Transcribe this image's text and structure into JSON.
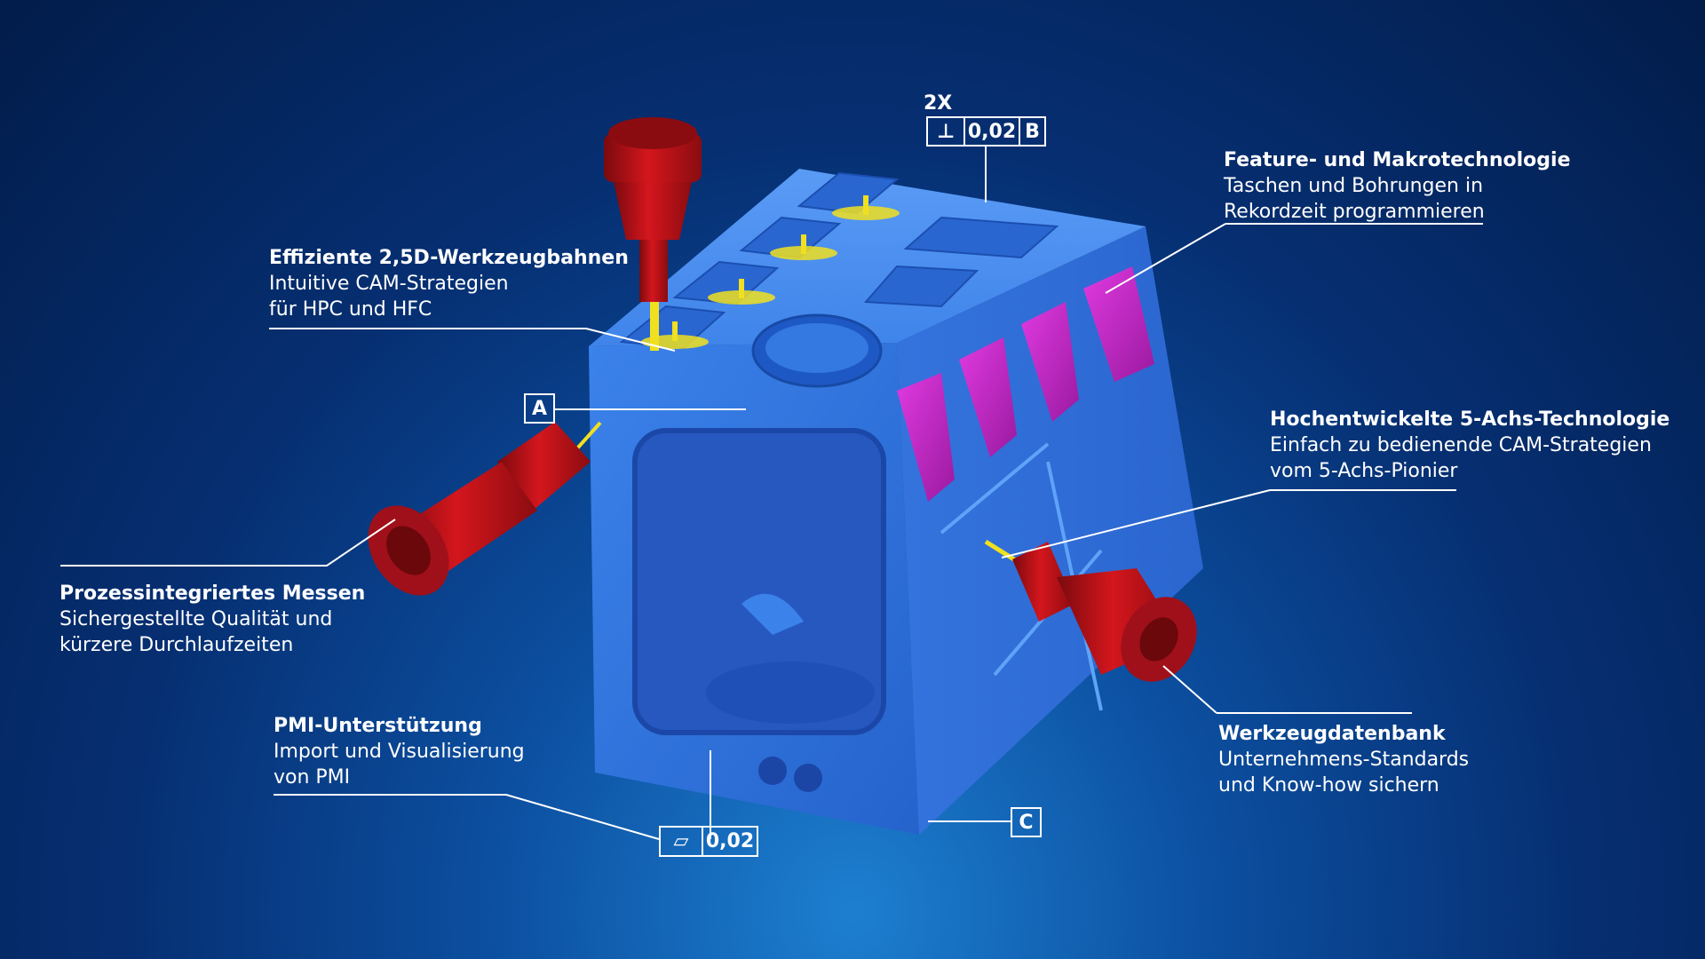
{
  "callouts": {
    "feature": {
      "title": "Feature- und Makrotechnologie",
      "line1": "Taschen und Bohrungen in",
      "line2": "Rekordzeit programmieren"
    },
    "toolpaths": {
      "title": "Effiziente 2,5D-Werkzeugbahnen",
      "line1": "Intuitive CAM-Strategien",
      "line2": "für HPC und HFC"
    },
    "fiveaxis": {
      "title": "Hochentwickelte 5-Achs-Technologie",
      "line1": "Einfach zu bedienende CAM-Strategien",
      "line2": "vom 5-Achs-Pionier"
    },
    "measuring": {
      "title": "Prozessintegriertes Messen",
      "line1": "Sichergestellte Qualität und",
      "line2": "kürzere Durchlaufzeiten"
    },
    "pmi": {
      "title": "PMI-Unterstützung",
      "line1": "Import und Visualisierung",
      "line2": "von PMI"
    },
    "tooldb": {
      "title": "Werkzeugdatenbank",
      "line1": "Unternehmens-Standards",
      "line2": "und Know-how sichern"
    }
  },
  "gdt": {
    "top_count": "2X",
    "top_symbol": "⊥",
    "top_value": "0,02",
    "top_datum": "B",
    "datum_a": "A",
    "datum_c": "C",
    "bottom_symbol": "▱",
    "bottom_value": "0,02"
  },
  "colors": {
    "part_blue": "#2f73e0",
    "tool_red": "#c0141a",
    "feature_magenta": "#d21ed2",
    "toolpath_yellow": "#f0e020",
    "text": "#ffffff"
  }
}
